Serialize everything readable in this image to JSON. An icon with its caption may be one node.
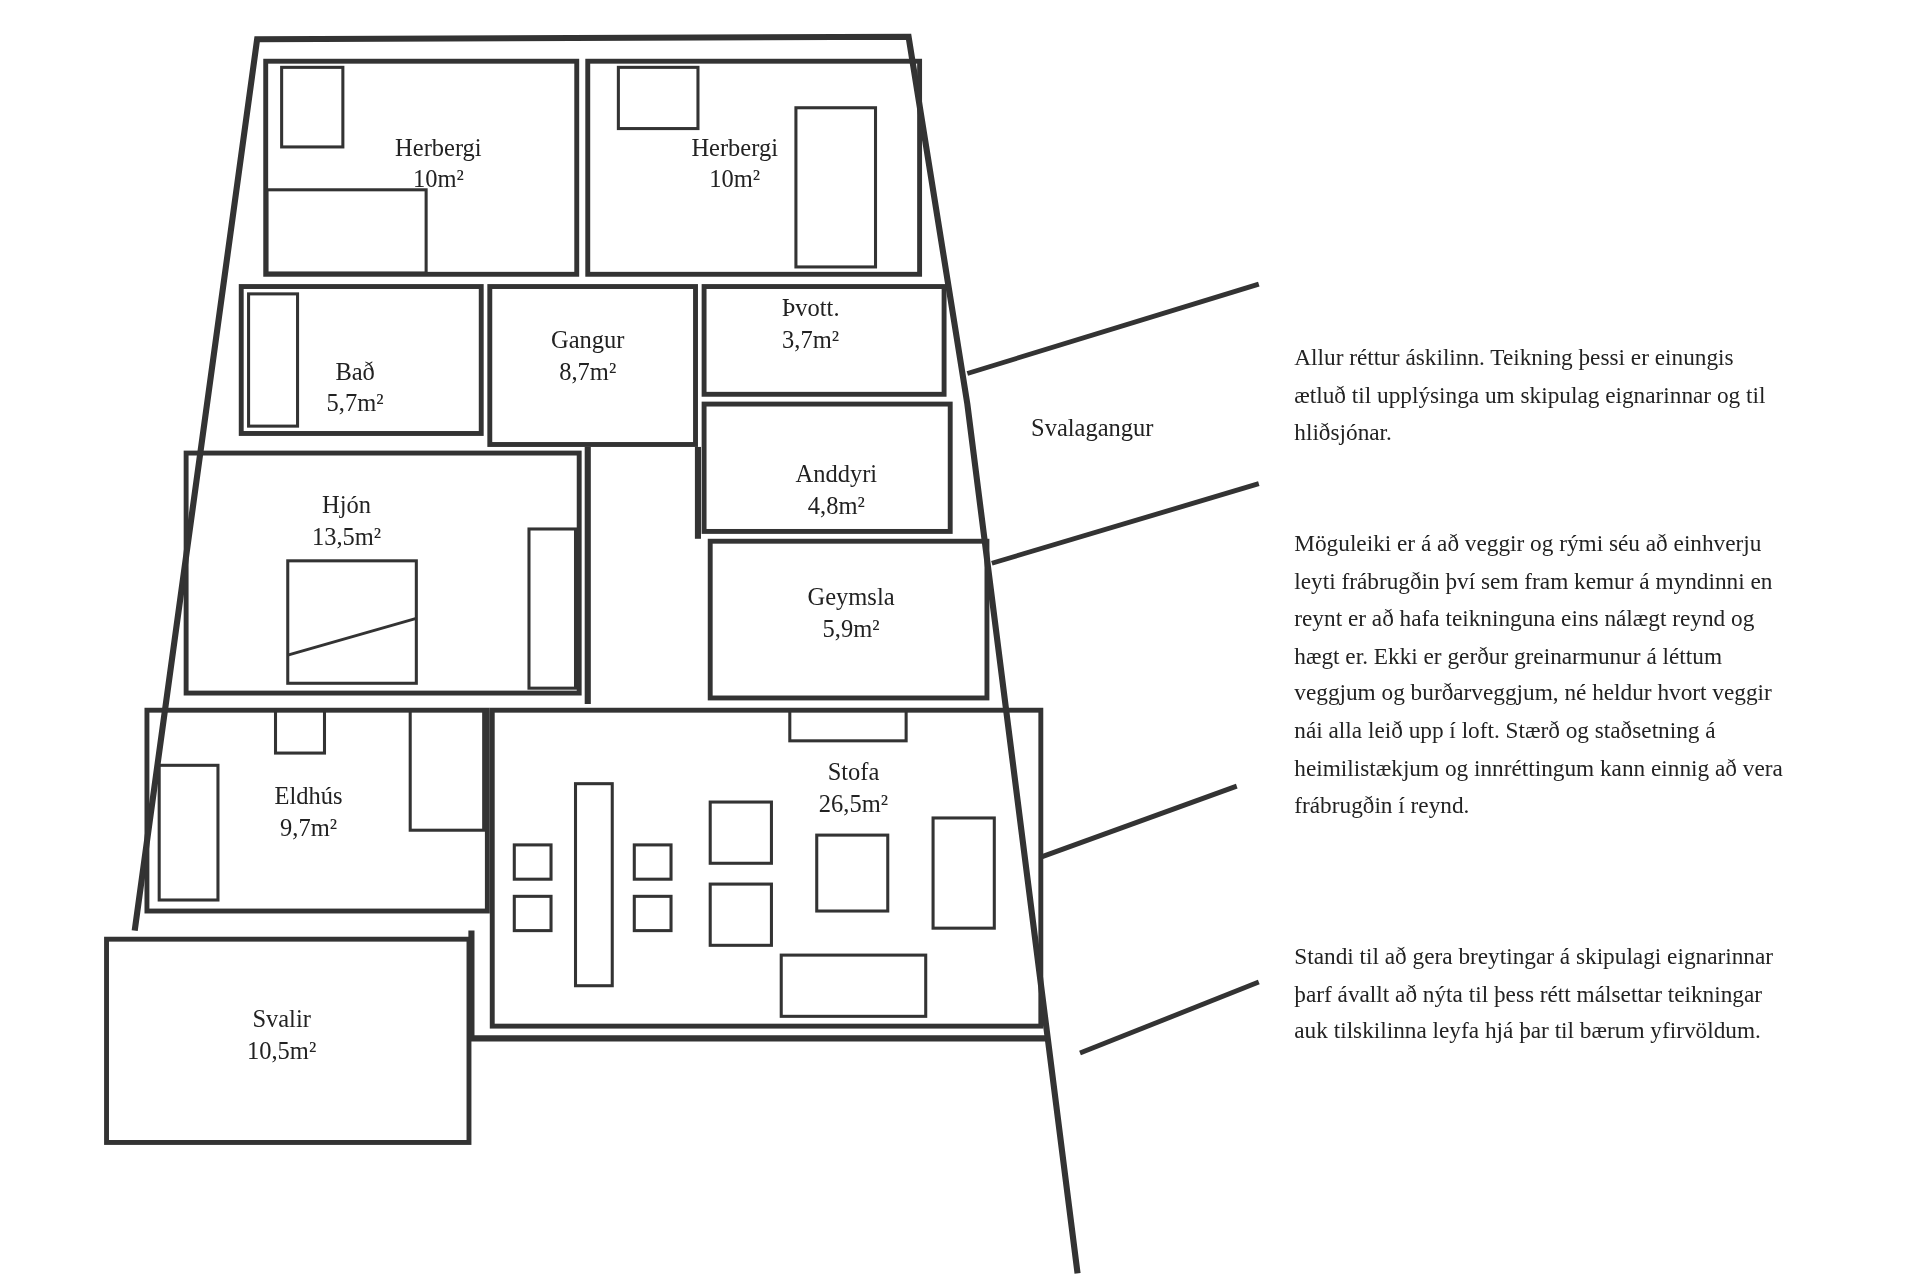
{
  "diagram": {
    "nodes": [
      {
        "text": [
          "Herbergi",
          "10m²"
        ]
      },
      {
        "text": [
          "Herbergi",
          "10m²"
        ]
      },
      {
        "text": [
          "Bað",
          "5,7m²"
        ]
      },
      {
        "text": [
          "Gangur",
          "8,7m²"
        ]
      },
      {
        "text": [
          "Þvott.",
          "3,7m²"
        ]
      },
      {
        "text": [
          "Anddyri",
          "4,8m²"
        ]
      },
      {
        "text": [
          "Hjón",
          "13,5m²"
        ]
      },
      {
        "text": [
          "Geymsla",
          "5,9m²"
        ]
      },
      {
        "text": [
          "Eldhús",
          "9,7m²"
        ]
      },
      {
        "text": [
          "Stofa",
          "26,5m²"
        ]
      },
      {
        "text": [
          "Svalir",
          "10,5m²"
        ]
      }
    ],
    "labels": [
      "Svalagangur",
      "Allur réttur áskilinn. Teikning þessi er einungis ætluð til upplýsinga um skipulag eignarinnar og til hliðsjónar.",
      "Möguleiki er á að veggir og rými séu að einhverju leyti frábrugðin því sem fram kemur á myndinni en reynt er að hafa teikninguna eins nálægt reynd og hægt er. Ekki er gerður greinarmunur á léttum veggjum og burðarveggjum, né heldur hvort veggir nái alla leið upp í loft. Stærð og staðsetning á heimilistækjum og innréttingum kann einnig að vera frábrugðin í reynd.",
      "Standi til að gera breytingar á skipulagi eignarinnar þarf ávallt að nýta til þess rétt málsettar teikningar auk tilskilinna leyfa hjá þar til bærum yfirvöldum."
    ]
  }
}
